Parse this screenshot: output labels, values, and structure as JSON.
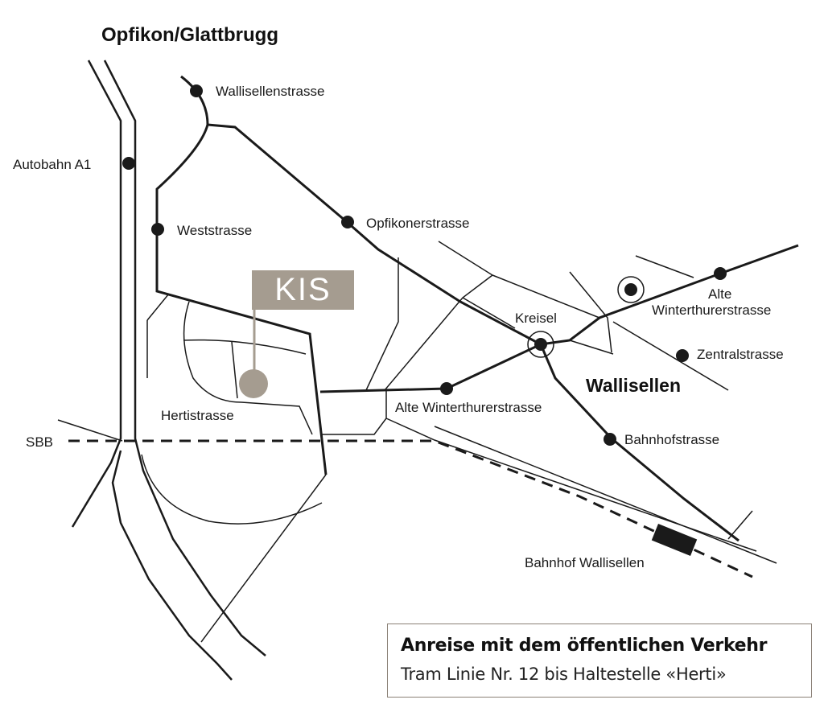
{
  "map": {
    "region_top": "Opfikon/Glattbrugg",
    "region_right": "Wallisellen",
    "labels": {
      "autobahn": "Autobahn A1",
      "wallisellenstrasse": "Wallisellenstrasse",
      "weststrasse": "Weststrasse",
      "opfikonerstrasse": "Opfikonerstrasse",
      "hertistrasse": "Hertistrasse",
      "sbb": "SBB",
      "kreisel": "Kreisel",
      "alte_winterthurerstrasse_south": "Alte Winterthurerstrasse",
      "alte_north_line1": "Alte",
      "alte_north_line2": "Winterthurerstrasse",
      "zentralstrasse": "Zentralstrasse",
      "bahnhofstrasse": "Bahnhofstrasse",
      "bahnhof_wallisellen": "Bahnhof Wallisellen"
    },
    "logo_text": "KIS",
    "colors": {
      "road": "#1a1a1a",
      "logo": "#a59c90",
      "marker": "#a59c90",
      "frame": "#8a8076"
    }
  },
  "info": {
    "title": "Anreise mit dem öffentlichen Verkehr",
    "text": "Tram Linie Nr. 12 bis Haltestelle «Herti»"
  }
}
